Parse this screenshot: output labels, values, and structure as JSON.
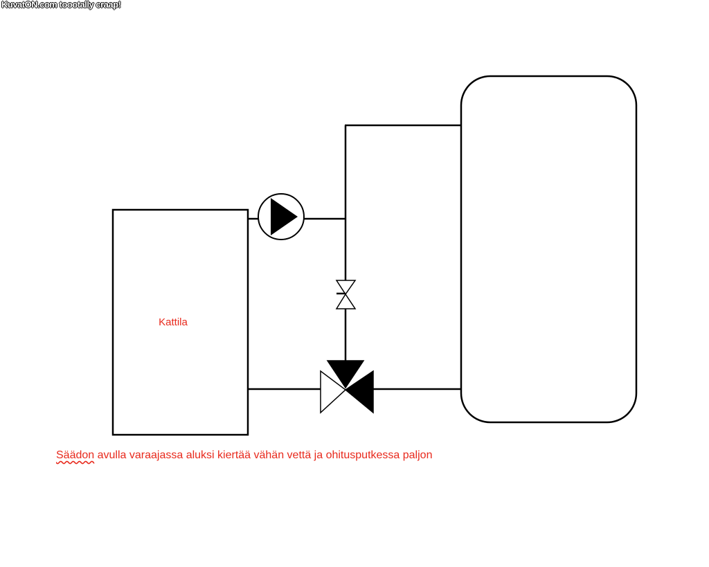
{
  "watermark": "KuvatON.com toootally craap!",
  "boiler_label": "Kattila",
  "caption": {
    "misspelled_word": "Säädon",
    "rest": " avulla varaajassa aluksi kiertää vähän vettä ja ohitusputkessa paljon"
  },
  "colors": {
    "label": "#e8291c",
    "line": "#000000"
  }
}
